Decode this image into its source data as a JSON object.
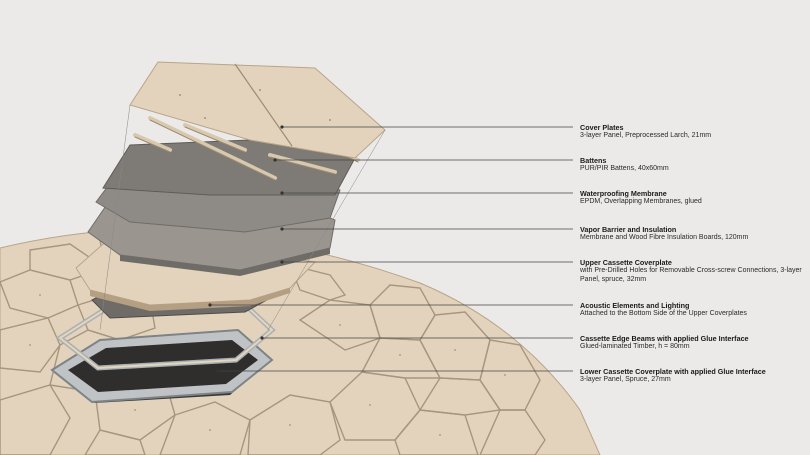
{
  "layers": [
    {
      "title": "Cover Plates",
      "desc": "3-layer Panel, Preprocessed Larch, 21mm"
    },
    {
      "title": "Battens",
      "desc": "PUR/PIR Battens, 40x60mm"
    },
    {
      "title": "Waterproofing Membrane",
      "desc": "EPDM, Overlapping Membranes, glued"
    },
    {
      "title": "Vapor Barrier and Insulation",
      "desc": "Membrane and Wood Fibre Insulation Boards, 120mm"
    },
    {
      "title": "Upper Cassette Coverplate",
      "desc": "with Pre-Drilled Holes for Removable Cross-screw Connections, 3-layer Panel, spruce, 32mm"
    },
    {
      "title": "Acoustic Elements and Lighting",
      "desc": "Attached to the Bottom Side of the Upper Coverplates"
    },
    {
      "title": "Cassette Edge Beams with applied Glue Interface",
      "desc": "Glued-laminated Timber, h = 80mm"
    },
    {
      "title": "Lower Cassette Coverplate with applied Glue Interface",
      "desc": "3-layer Panel, Spruce, 27mm"
    }
  ],
  "colors": {
    "background": "#eceae8",
    "wood": "#e3d3bc",
    "wood_edge": "#b8a58a",
    "membrane": "#8e8b86",
    "membrane_dark": "#6f6c68",
    "leader": "#444444"
  }
}
